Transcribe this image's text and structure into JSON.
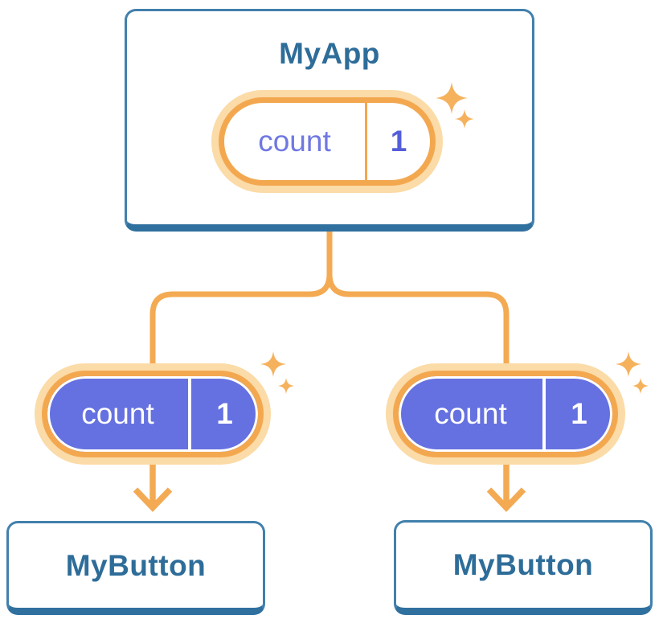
{
  "root_card": {
    "title": "MyApp"
  },
  "root_state": {
    "name": "count",
    "value": "1"
  },
  "left_prop": {
    "name": "count",
    "value": "1"
  },
  "right_prop": {
    "name": "count",
    "value": "1"
  },
  "left_card": {
    "title": "MyButton"
  },
  "right_card": {
    "title": "MyButton"
  },
  "colors": {
    "accent_orange": "#f3a850",
    "halo_orange": "#fbdba7",
    "state_purple": "#6571e0",
    "label_blue": "#2e6d99",
    "card_border_blue": "#4180ad",
    "card_base_blue": "#30709f"
  }
}
